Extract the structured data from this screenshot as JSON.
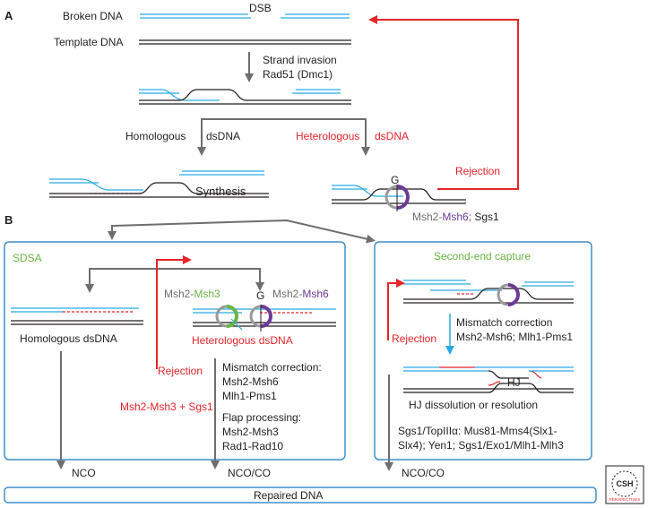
{
  "panel_a": {
    "letter": "A",
    "broken_dna": "Broken DNA",
    "dsb": "DSB",
    "template_dna": "Template DNA",
    "strand_invasion": "Strand invasion",
    "rad51": "Rad51 (Dmc1)",
    "homologous": "Homologous",
    "dsdna_1": "dsDNA",
    "heterologous": "Heterologous",
    "dsdna_2": "dsDNA",
    "synthesis": "Synthesis",
    "rejection": "Rejection",
    "g_mark": "G",
    "msh2": "Msh2-",
    "msh6": "Msh6;",
    "sgs1": " Sgs1"
  },
  "panel_b": {
    "letter": "B",
    "sdsa": "SDSA",
    "msh2_a": "Msh2-",
    "msh3": "Msh3",
    "msh2_b": "Msh2-",
    "msh6": "Msh6",
    "g_mark": "G",
    "homologous_dsdna": "Homologous  dsDNA",
    "heterologous_dsdna": "Heterologous dsDNA",
    "rejection": "Rejection",
    "mismatch_correction": "Mismatch correction:",
    "msh2_msh6": "Msh2-Msh6",
    "mlh1_pms1": "Mlh1-Pms1",
    "msh3_sgs1": "Msh2-Msh3 + Sgs1",
    "flap_processing": "Flap processing:",
    "msh2_msh3": "Msh2-Msh3",
    "rad1_rad10": "Rad1-Rad10",
    "nco": "NCO",
    "nco_co_1": "NCO/CO",
    "second_end": "Second-end capture",
    "rejection_2": "Rejection",
    "mismatch_correction_2": "Mismatch correction",
    "msh6_mlh1": "Msh2-Msh6; Mlh1-Pms1",
    "hj": "HJ",
    "hj_dissolution": "HJ dissolution or resolution",
    "resolvases_1": "Sgs1/TopIIIα: Mus81-Mms4(Slx1-",
    "resolvases_2": "Slx4); Yen1; Sgs1/Exo1/Mlh1-Mlh3",
    "nco_co_2": "NCO/CO",
    "repaired_dna": "Repaired DNA",
    "logo_line1": "CSH",
    "logo_line2": "PERSPECTIVES"
  },
  "colors": {
    "blue_strand": "#29abe2",
    "black_strand": "#231f20",
    "red": "#e5252a",
    "green": "#6ab545",
    "purple": "#6b3a96",
    "gray": "#8c8c8c",
    "arrow_gray": "#6d6e70",
    "box_blue": "#3f8fc7"
  }
}
